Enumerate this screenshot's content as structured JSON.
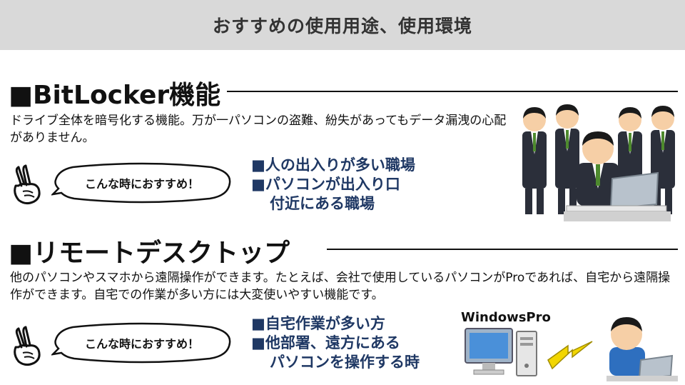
{
  "header": {
    "title": "おすすめの使用用途、使用環境"
  },
  "sections": [
    {
      "heading": "■BitLocker機能",
      "description": "ドライブ全体を暗号化する機能。万が一パソコンの盗難、紛失があってもデータ漏洩の心配がありません。",
      "bubble": "こんな時におすすめ！",
      "recommendations": [
        "■人の出入りが多い職場",
        "■パソコンが出入り口",
        "付近にある職場"
      ]
    },
    {
      "heading": "■リモートデスクトップ",
      "description": "他のパソコンやスマホから遠隔操作ができます。たとえば、会社で使用しているパソコンがProであれば、自宅から遠隔操作ができます。自宅での作業が多い方には大変使いやすい機能です。",
      "bubble": "こんな時におすすめ！",
      "recommendations": [
        "■自宅作業が多い方",
        "■他部署、遠方にある",
        "パソコンを操作する時"
      ],
      "pc_label": "WindowsPro"
    }
  ],
  "colors": {
    "banner_bg": "#d9d9d9",
    "recommend_text": "#1f3864",
    "suit": "#2b2f3a",
    "tie": "#4e8a2e",
    "lightning": "#f2d600"
  },
  "icons": [
    "peace-hand-icon",
    "speech-bubble-icon",
    "office-workers-illustration",
    "windows-pc-icon",
    "lightning-icon",
    "home-worker-illustration"
  ]
}
